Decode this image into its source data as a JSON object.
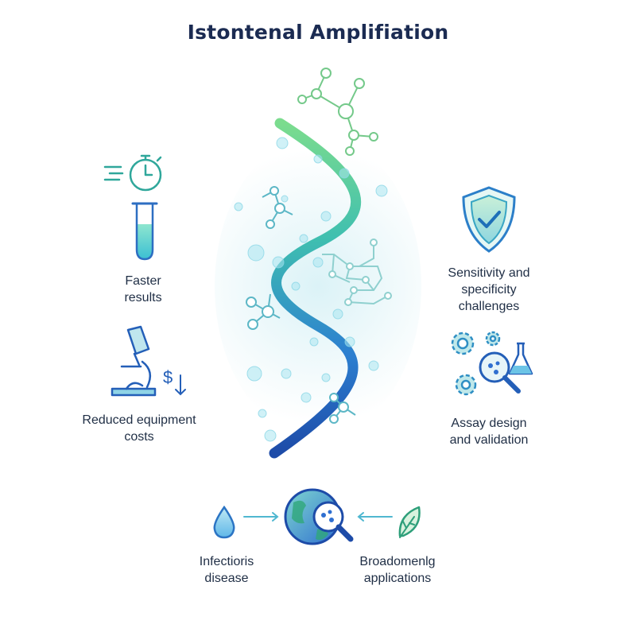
{
  "title": "Istontenal Amplifiation",
  "benefits": {
    "faster_results": [
      "Faster",
      "results"
    ],
    "reduced_costs": [
      "Reduced equipment",
      "costs"
    ]
  },
  "challenges": {
    "sensitivity": [
      "Sensitivity and",
      "specificity",
      "challenges"
    ],
    "assay": [
      "Assay design",
      "and validation"
    ]
  },
  "applications": {
    "infections": [
      "Infectioris",
      "disease"
    ],
    "broadening": [
      "Broadomenlg",
      "applications"
    ]
  },
  "icons": {
    "faster_results": [
      "stopwatch-icon",
      "test-tube-icon"
    ],
    "reduced_costs": [
      "microscope-icon",
      "dollar-down-icon"
    ],
    "sensitivity": [
      "shield-check-icon"
    ],
    "assay": [
      "gears-icon",
      "magnifier-icon",
      "flask-icon"
    ],
    "infections": [
      "droplet-icon"
    ],
    "center": [
      "globe-magnifier-icon"
    ],
    "broadening": [
      "leaf-icon"
    ]
  },
  "colors": {
    "title": "#1b2b52",
    "teal": "#2fb7a8",
    "green": "#5ccf8a",
    "blue": "#2f6fd0",
    "navy": "#1d4ba8"
  }
}
